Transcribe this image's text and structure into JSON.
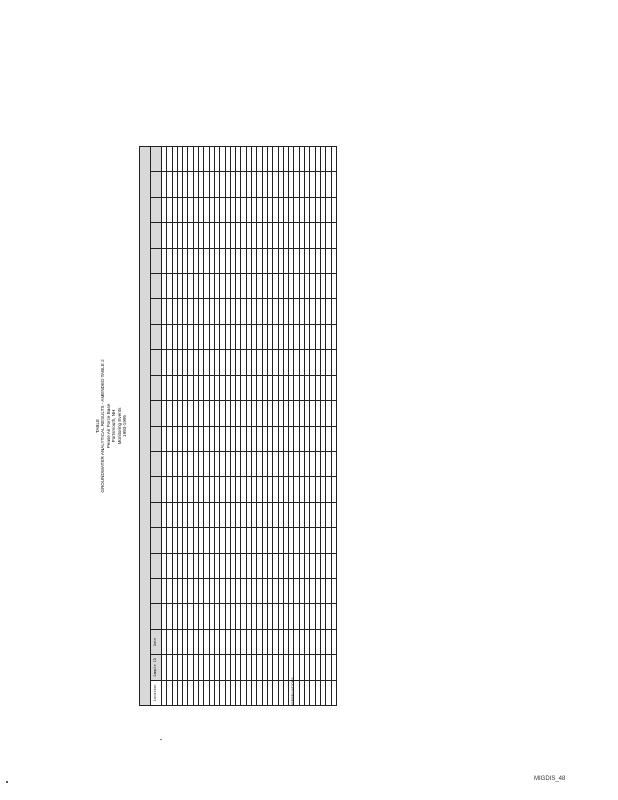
{
  "document": {
    "titles": [
      "TABLE",
      "GROUNDWATER ANALYTICAL RESULTS - AMENDED TABLE 2",
      "Pease Air Force Base",
      "Portsmouth, NH",
      "Monitoring Events",
      "1993-1995"
    ],
    "columns": [
      "Location",
      "Sample ID",
      "Date",
      "",
      "",
      "",
      "",
      "",
      "",
      "",
      "",
      "",
      "",
      "",
      "",
      "",
      "",
      "",
      "",
      "",
      "",
      ""
    ],
    "rows": [
      [
        "",
        "",
        "",
        "",
        "",
        "",
        "",
        "",
        "",
        "",
        "",
        "",
        "",
        "",
        "",
        "",
        "",
        "",
        "",
        "",
        "",
        ""
      ],
      [
        "",
        "",
        "",
        "",
        "",
        "",
        "",
        "",
        "",
        "",
        "",
        "",
        "",
        "",
        "",
        "",
        "",
        "",
        "",
        "",
        "",
        ""
      ],
      [
        "",
        "",
        "",
        "",
        "",
        "",
        "",
        "",
        "",
        "",
        "",
        "",
        "",
        "",
        "",
        "",
        "",
        "",
        "",
        "",
        "",
        ""
      ],
      [
        "",
        "",
        "",
        "",
        "",
        "",
        "",
        "",
        "",
        "",
        "",
        "",
        "",
        "",
        "",
        "",
        "",
        "",
        "",
        "",
        "",
        ""
      ],
      [
        "",
        "",
        "",
        "",
        "",
        "",
        "",
        "",
        "",
        "",
        "",
        "",
        "",
        "",
        "",
        "",
        "",
        "",
        "",
        "",
        "",
        ""
      ],
      [
        "",
        "",
        "",
        "",
        "",
        "",
        "",
        "",
        "",
        "",
        "",
        "",
        "",
        "",
        "",
        "",
        "",
        "",
        "",
        "",
        "",
        ""
      ],
      [
        "",
        "",
        "",
        "",
        "",
        "",
        "",
        "",
        "",
        "",
        "",
        "",
        "",
        "",
        "",
        "",
        "",
        "",
        "",
        "",
        "",
        ""
      ],
      [
        "",
        "",
        "",
        "",
        "",
        "",
        "",
        "",
        "",
        "",
        "",
        "",
        "",
        "",
        "",
        "",
        "",
        "",
        "",
        "",
        "",
        ""
      ],
      [
        "",
        "",
        "",
        "",
        "",
        "",
        "",
        "",
        "",
        "",
        "",
        "",
        "",
        "",
        "",
        "",
        "",
        "",
        "",
        "",
        "",
        ""
      ],
      [
        "",
        "",
        "",
        "",
        "",
        "",
        "",
        "",
        "",
        "",
        "",
        "",
        "",
        "",
        "",
        "",
        "",
        "",
        "",
        "",
        "",
        ""
      ],
      [
        "",
        "",
        "",
        "",
        "",
        "",
        "",
        "",
        "",
        "",
        "",
        "",
        "",
        "",
        "",
        "",
        "",
        "",
        "",
        "",
        "",
        ""
      ],
      [
        "",
        "",
        "",
        "",
        "",
        "",
        "",
        "",
        "",
        "",
        "",
        "",
        "",
        "",
        "",
        "",
        "",
        "",
        "",
        "",
        "",
        ""
      ],
      [
        "",
        "",
        "",
        "",
        "",
        "",
        "",
        "",
        "",
        "",
        "",
        "",
        "",
        "",
        "",
        "",
        "",
        "",
        "",
        "",
        "",
        ""
      ],
      [
        "",
        "",
        "",
        "",
        "",
        "",
        "",
        "",
        "",
        "",
        "",
        "",
        "",
        "",
        "",
        "",
        "",
        "",
        "",
        "",
        "",
        ""
      ],
      [
        "",
        "",
        "",
        "",
        "",
        "",
        "",
        "",
        "",
        "",
        "",
        "",
        "",
        "",
        "",
        "",
        "",
        "",
        "",
        "",
        "",
        ""
      ],
      [
        "",
        "",
        "",
        "",
        "",
        "",
        "",
        "",
        "",
        "",
        "",
        "",
        "",
        "",
        "",
        "",
        "",
        "",
        "",
        "",
        "",
        ""
      ],
      [
        "",
        "",
        "",
        "",
        "",
        "",
        "",
        "",
        "",
        "",
        "",
        "",
        "",
        "",
        "",
        "",
        "",
        "",
        "",
        "",
        "",
        ""
      ],
      [
        "",
        "",
        "",
        "",
        "",
        "",
        "",
        "",
        "",
        "",
        "",
        "",
        "",
        "",
        "",
        "",
        "",
        "",
        "",
        "",
        "",
        ""
      ],
      [
        "",
        "",
        "",
        "",
        "",
        "",
        "",
        "",
        "",
        "",
        "",
        "",
        "",
        "",
        "",
        "",
        "",
        "",
        "",
        "",
        "",
        ""
      ],
      [
        "",
        "",
        "",
        "",
        "",
        "",
        "",
        "",
        "",
        "",
        "",
        "",
        "",
        "",
        "",
        "",
        "",
        "",
        "",
        "",
        "",
        ""
      ],
      [
        "",
        "",
        "",
        "",
        "",
        "",
        "",
        "",
        "",
        "",
        "",
        "",
        "",
        "",
        "",
        "",
        "",
        "",
        "",
        "",
        "",
        ""
      ],
      [
        "",
        "",
        "",
        "",
        "",
        "",
        "",
        "",
        "",
        "",
        "",
        "",
        "",
        "",
        "",
        "",
        "",
        "",
        "",
        "",
        "",
        ""
      ],
      [
        "",
        "",
        "",
        "",
        "",
        "",
        "",
        "",
        "",
        "",
        "",
        "",
        "",
        "",
        "",
        "",
        "",
        "",
        "",
        "",
        "",
        ""
      ],
      [
        "",
        "",
        "",
        "",
        "",
        "",
        "",
        "",
        "",
        "",
        "",
        "",
        "",
        "",
        "",
        "",
        "",
        "",
        "",
        "",
        "",
        ""
      ],
      [
        "",
        "",
        "",
        "",
        "",
        "",
        "",
        "",
        "",
        "",
        "",
        "",
        "",
        "",
        "",
        "",
        "",
        "",
        "",
        "",
        "",
        ""
      ],
      [
        "",
        "",
        "",
        "",
        "",
        "",
        "",
        "",
        "",
        "",
        "",
        "",
        "",
        "",
        "",
        "",
        "",
        "",
        "",
        "",
        "",
        ""
      ],
      [
        "",
        "",
        "",
        "",
        "",
        "",
        "",
        "",
        "",
        "",
        "",
        "",
        "",
        "",
        "",
        "",
        "",
        "",
        "",
        "",
        "",
        ""
      ],
      [
        "",
        "",
        "",
        "",
        "",
        "",
        "",
        "",
        "",
        "",
        "",
        "",
        "",
        "",
        "",
        "",
        "",
        "",
        "",
        "",
        "",
        ""
      ],
      [
        "",
        "",
        "",
        "",
        "",
        "",
        "",
        "",
        "",
        "",
        "",
        "",
        "",
        "",
        "",
        "",
        "",
        "",
        "",
        "",
        "",
        ""
      ],
      [
        "",
        "",
        "",
        "",
        "",
        "",
        "",
        "",
        "",
        "",
        "",
        "",
        "",
        "",
        "",
        "",
        "",
        "",
        "",
        "",
        "",
        ""
      ],
      [
        "",
        "",
        "",
        "",
        "",
        "",
        "",
        "",
        "",
        "",
        "",
        "",
        "",
        "",
        "",
        "",
        "",
        "",
        "",
        "",
        "",
        ""
      ],
      [
        "",
        "",
        "",
        "",
        "",
        "",
        "",
        "",
        "",
        "",
        "",
        "",
        "",
        "",
        "",
        "",
        "",
        "",
        "",
        "",
        "",
        ""
      ],
      [
        "",
        "",
        "",
        "",
        "",
        "",
        "",
        "",
        "",
        "",
        "",
        "",
        "",
        "",
        "",
        "",
        "",
        "",
        "",
        "",
        "",
        ""
      ]
    ],
    "notes": [
      "",
      "",
      "",
      "",
      "",
      "",
      "ABBREVIATIONS:",
      "",
      "",
      ""
    ],
    "page_id": "MIGDIS_48"
  }
}
